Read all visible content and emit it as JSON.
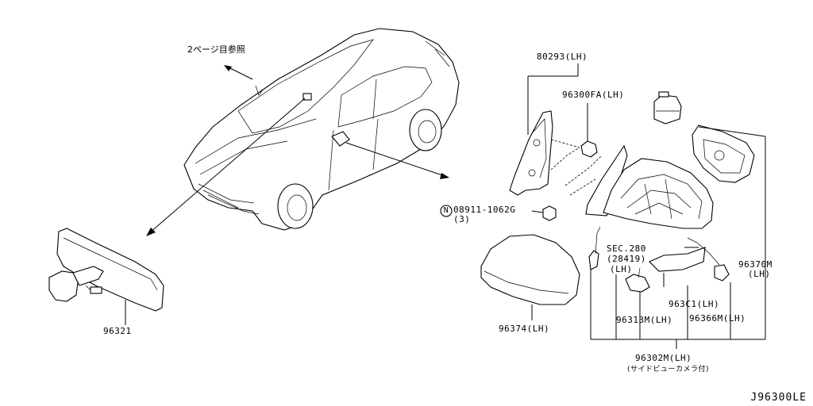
{
  "diagram_title_code": "J96300LE",
  "reference_note": "2ページ目参照",
  "parts": [
    {
      "id": "p80293",
      "label": "80293(LH)"
    },
    {
      "id": "p96300fa",
      "label": "96300FA(LH)"
    },
    {
      "id": "p08911",
      "label": "08911-1062G"
    },
    {
      "id": "p08911qty",
      "label": "(3)"
    },
    {
      "id": "psec",
      "label": "SEC.280"
    },
    {
      "id": "psecref",
      "label": "(28419)"
    },
    {
      "id": "psecside",
      "label": "(LH)"
    },
    {
      "id": "p96370m",
      "label": "96370M"
    },
    {
      "id": "p96370mside",
      "label": "(LH)"
    },
    {
      "id": "p963c1",
      "label": "963C1(LH)"
    },
    {
      "id": "p96313m",
      "label": "96313M(LH)"
    },
    {
      "id": "p96366m",
      "label": "96366M(LH)"
    },
    {
      "id": "p96374",
      "label": "96374(LH)"
    },
    {
      "id": "p96302m",
      "label": "96302M(LH)"
    },
    {
      "id": "p96302mnote",
      "label": "(サイドビューカメラ付)"
    },
    {
      "id": "p96321",
      "label": "96321"
    }
  ],
  "symbols": {
    "nut_marker": "N"
  }
}
